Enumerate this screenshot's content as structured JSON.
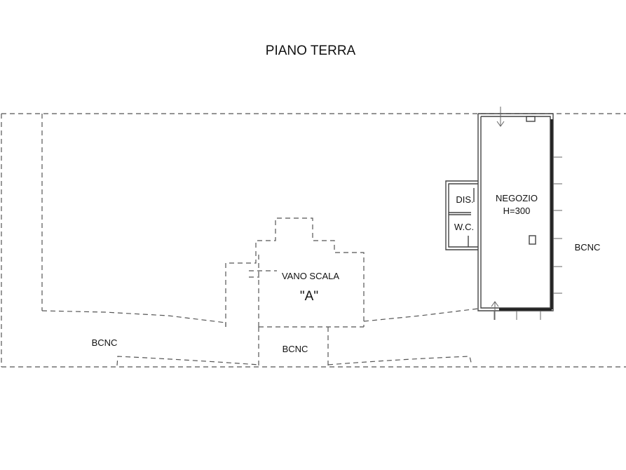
{
  "title": "PIANO TERRA",
  "labels": {
    "bcnc_right": "BCNC",
    "bcnc_left": "BCNC",
    "bcnc_center": "BCNC",
    "vano_scala": "VANO SCALA",
    "vano_scala_letter": "\"A\"",
    "negozio": "NEGOZIO",
    "negozio_height": "H=300",
    "dis": "DIS.",
    "wc": "W.C."
  },
  "icons": {
    "entrance_top": "arrow-down-icon",
    "entrance_bottom": "arrow-up-icon"
  }
}
